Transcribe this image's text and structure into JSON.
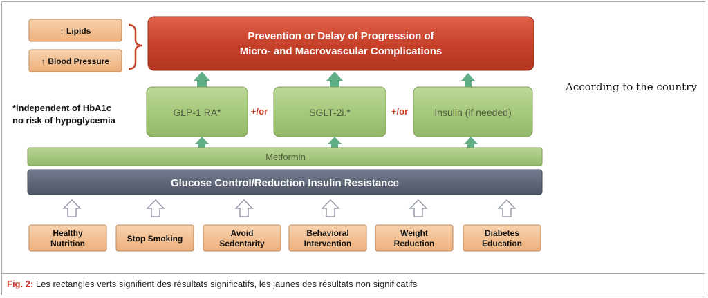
{
  "top_box": {
    "line1": "Prevention or Delay of Progression of",
    "line2": "Micro- and Macrovascular Complications"
  },
  "side_boxes": [
    "↑ Lipids",
    "↑ Blood Pressure"
  ],
  "note": {
    "line1": "*independent of HbA1c",
    "line2": "no risk of hypoglycemia"
  },
  "treatments": [
    "GLP-1 RA*",
    "SGLT-2i.*",
    "Insulin (if needed)"
  ],
  "connectors": [
    "+/or",
    "+/or"
  ],
  "metformin": "Metformin",
  "glucose_bar": "Glucose Control/Reduction Insulin Resistance",
  "lifestyle": [
    {
      "line1": "Healthy",
      "line2": "Nutrition"
    },
    {
      "line1": "Stop Smoking",
      "line2": ""
    },
    {
      "line1": "Avoid",
      "line2": "Sedentarity"
    },
    {
      "line1": "Behavioral",
      "line2": "Intervention"
    },
    {
      "line1": "Weight",
      "line2": "Reduction"
    },
    {
      "line1": "Diabetes",
      "line2": "Education"
    }
  ],
  "right_note": "According to the country",
  "caption": {
    "lead": "Fig. 2:",
    "text": "Les rectangles verts signifient des résultats significatifs, les jaunes des résultats non significatifs"
  },
  "colors": {
    "red_box": "#c8432b",
    "green_box": "#a6c97c",
    "peach_box": "#f3bf8f",
    "slate_bar": "#5d6577",
    "teal_arrow": "#5fae86",
    "connector_text": "#d2422c"
  }
}
